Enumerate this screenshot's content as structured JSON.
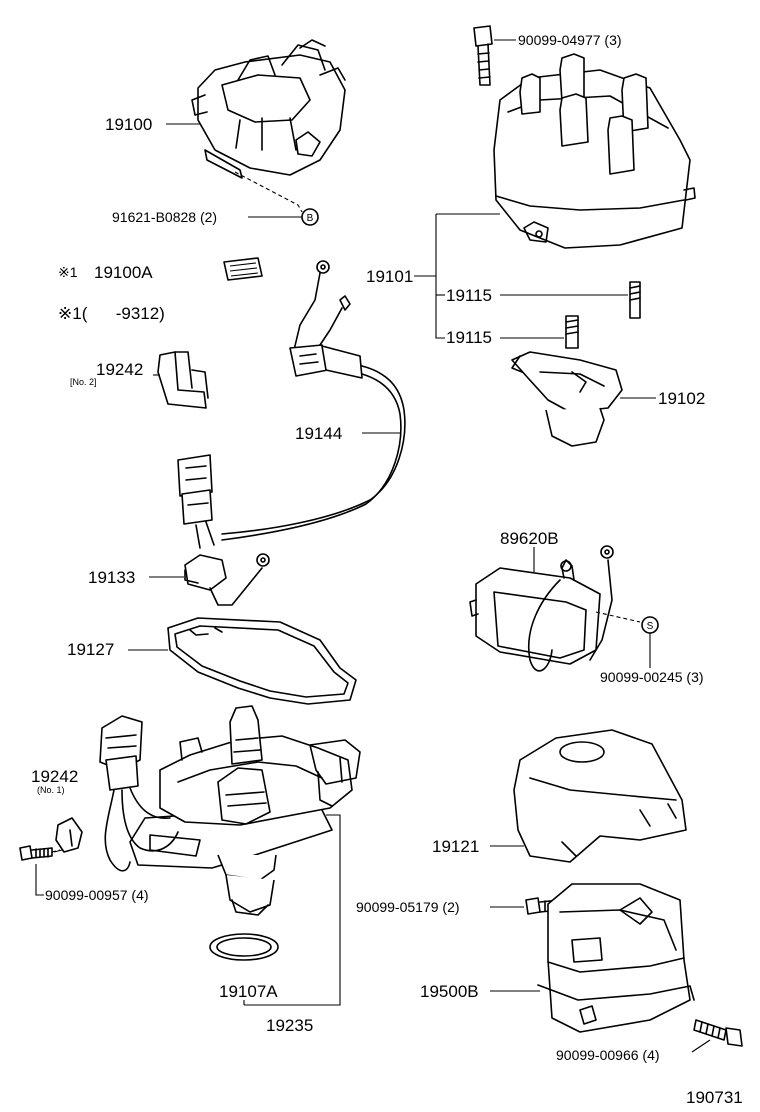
{
  "labels": {
    "p19100": "19100",
    "p91621": "91621-B0828 (2)",
    "markB": "B",
    "p19100A_mark": "※1",
    "p19100A": "19100A",
    "p9312": "※1(      -9312)",
    "p19242_top": "19242",
    "p19242_top_sub": "[No. 2]",
    "p19144": "19144",
    "p19133": "19133",
    "p19127": "19127",
    "p19242_bot": "19242",
    "p19242_bot_sub": "(No. 1)",
    "p00957": "90099-00957 (4)",
    "p19107A": "19107A",
    "p19235": "19235",
    "p04977": "90099-04977 (3)",
    "p19101": "19101",
    "p19115a": "19115",
    "p19115b": "19115",
    "p19102": "19102",
    "p89620B": "89620B",
    "markS": "S",
    "p00245": "90099-00245 (3)",
    "p19121": "19121",
    "p05179": "90099-05179 (2)",
    "p19500B": "19500B",
    "p00966": "90099-00966 (4)",
    "diagram_id": "190731"
  }
}
